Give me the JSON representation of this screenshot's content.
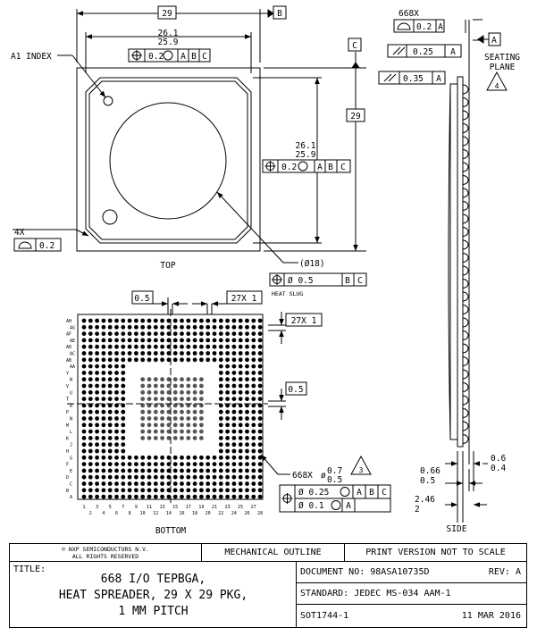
{
  "top_view": {
    "label": "TOP",
    "pkg_width": "29",
    "pkg_height": "29",
    "datum_b": "B",
    "datum_c": "C",
    "body_width_max": "26.1",
    "body_width_min": "25.9",
    "body_height_max": "26.1",
    "body_height_min": "25.9",
    "position_tol": "0.2",
    "refs": [
      "A",
      "B",
      "C"
    ],
    "a1_index": "A1 INDEX",
    "corner_count": "4X",
    "corner_profile": "0.2",
    "heat_slug_dia": "(Ø18)",
    "heat_slug_tol": "Ø 0.5",
    "heat_slug_refs": [
      "B",
      "C"
    ],
    "heat_slug_label": "HEAT SLUG"
  },
  "side_view": {
    "label": "SIDE",
    "ball_count": "668X",
    "coplanarity_profile": "0.2",
    "datum_a": "A",
    "parallel_1": "0.25",
    "parallel_2": "0.35",
    "seating_plane": "SEATING\nPLANE",
    "note_num": "4",
    "ht_max": "0.66",
    "ht_min": "0.5",
    "standoff_max": "0.6",
    "standoff_min": "0.4",
    "total_max": "2.46",
    "total_min": "2",
    "ref_a": "A"
  },
  "bottom_view": {
    "label": "BOTTOM",
    "pitch": "0.5",
    "pitch_count": "27X 1",
    "row_pitch": "27X 1",
    "row_pitch2": "0.5",
    "ball_qty": "668X",
    "ball_dia_max": "0.7",
    "ball_dia_min": "0.5",
    "ball_dia_symbol": "ø",
    "note_num": "3",
    "pos_tol_1": "Ø 0.25",
    "pos_tol_1_refs": [
      "A",
      "B",
      "C"
    ],
    "pos_tol_2": "Ø 0.1",
    "pos_tol_2_refs": [
      "A"
    ],
    "row_letters": [
      "AH",
      "AG",
      "AF",
      "AE",
      "AD",
      "AC",
      "AB",
      "AA",
      "Y",
      "W",
      "V",
      "U",
      "T",
      "R",
      "P",
      "N",
      "M",
      "L",
      "K",
      "J",
      "H",
      "G",
      "F",
      "E",
      "D",
      "C",
      "B",
      "A"
    ],
    "col_numbers_odd": [
      "1",
      "3",
      "5",
      "7",
      "9",
      "11",
      "13",
      "15",
      "17",
      "19",
      "21",
      "23",
      "25",
      "27"
    ],
    "col_numbers_even": [
      "2",
      "4",
      "6",
      "8",
      "10",
      "12",
      "14",
      "16",
      "18",
      "20",
      "22",
      "24",
      "26",
      "28"
    ]
  },
  "title_block": {
    "copyright": "© NXP SEMICONDUCTORS N.V.",
    "rights": "ALL RIGHTS RESERVED",
    "outline": "MECHANICAL OUTLINE",
    "print_note": "PRINT VERSION NOT TO SCALE",
    "title_label": "TITLE:",
    "title_line1": "668 I/O TEPBGA,",
    "title_line2": "HEAT SPREADER, 29 X 29 PKG,",
    "title_line3": "1 MM PITCH",
    "document": "DOCUMENT NO: 98ASA10735D",
    "revision": "REV:  A",
    "standard": "STANDARD: JEDEC MS-034 AAM-1",
    "sot": "SOT1744-1",
    "date": "11 MAR 2016"
  }
}
